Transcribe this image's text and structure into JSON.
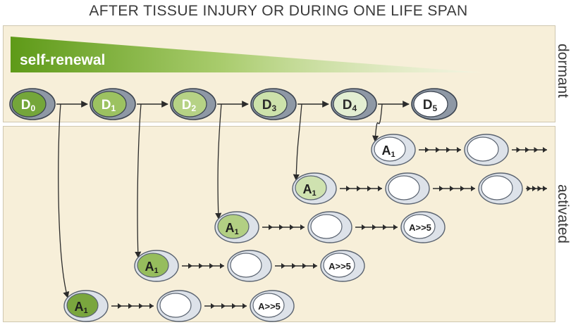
{
  "title": "AFTER TISSUE INJURY OR DURING ONE LIFE SPAN",
  "gradient_label": "self-renewal",
  "side_labels": {
    "dormant": "dormant",
    "activated": "activated"
  },
  "colors": {
    "panel_bg": "#f7efd9",
    "gradient_dark": "#6aa51f",
    "cell_outer": "#9ea7b3",
    "cell_outer_light": "#dfe3e8",
    "arrow": "#2b2b2b"
  },
  "dormant_cells": [
    {
      "label": "D",
      "sub": "0",
      "nucleus_color": "#74a63a",
      "cell_color": "#8e98a5"
    },
    {
      "label": "D",
      "sub": "1",
      "nucleus_color": "#9cc261",
      "cell_color": "#8e98a5"
    },
    {
      "label": "D",
      "sub": "2",
      "nucleus_color": "#b6d285",
      "cell_color": "#8e98a5"
    },
    {
      "label": "D",
      "sub": "3",
      "nucleus_color": "#cde2ab",
      "cell_color": "#8e98a5"
    },
    {
      "label": "D",
      "sub": "4",
      "nucleus_color": "#e3eed2",
      "cell_color": "#8e98a5"
    },
    {
      "label": "D",
      "sub": "5",
      "nucleus_color": "#ffffff",
      "cell_color": "#8e98a5"
    }
  ],
  "activated_rows": [
    {
      "from": "D0",
      "start": {
        "label": "A",
        "sub": "1",
        "nucleus_color": "#7aa63e"
      },
      "end_label": "A>>5"
    },
    {
      "from": "D1",
      "start": {
        "label": "A",
        "sub": "1",
        "nucleus_color": "#96bd5d"
      },
      "end_label": "A>>5"
    },
    {
      "from": "D2",
      "start": {
        "label": "A",
        "sub": "1",
        "nucleus_color": "#b2cf83"
      },
      "end_label": "A>>5"
    },
    {
      "from": "D3",
      "start": {
        "label": "A",
        "sub": "1",
        "nucleus_color": "#cfe2b0"
      },
      "end_label": ""
    },
    {
      "from": "D4",
      "start": {
        "label": "A",
        "sub": "1",
        "nucleus_color": "#ffffff"
      },
      "end_label": ""
    }
  ]
}
